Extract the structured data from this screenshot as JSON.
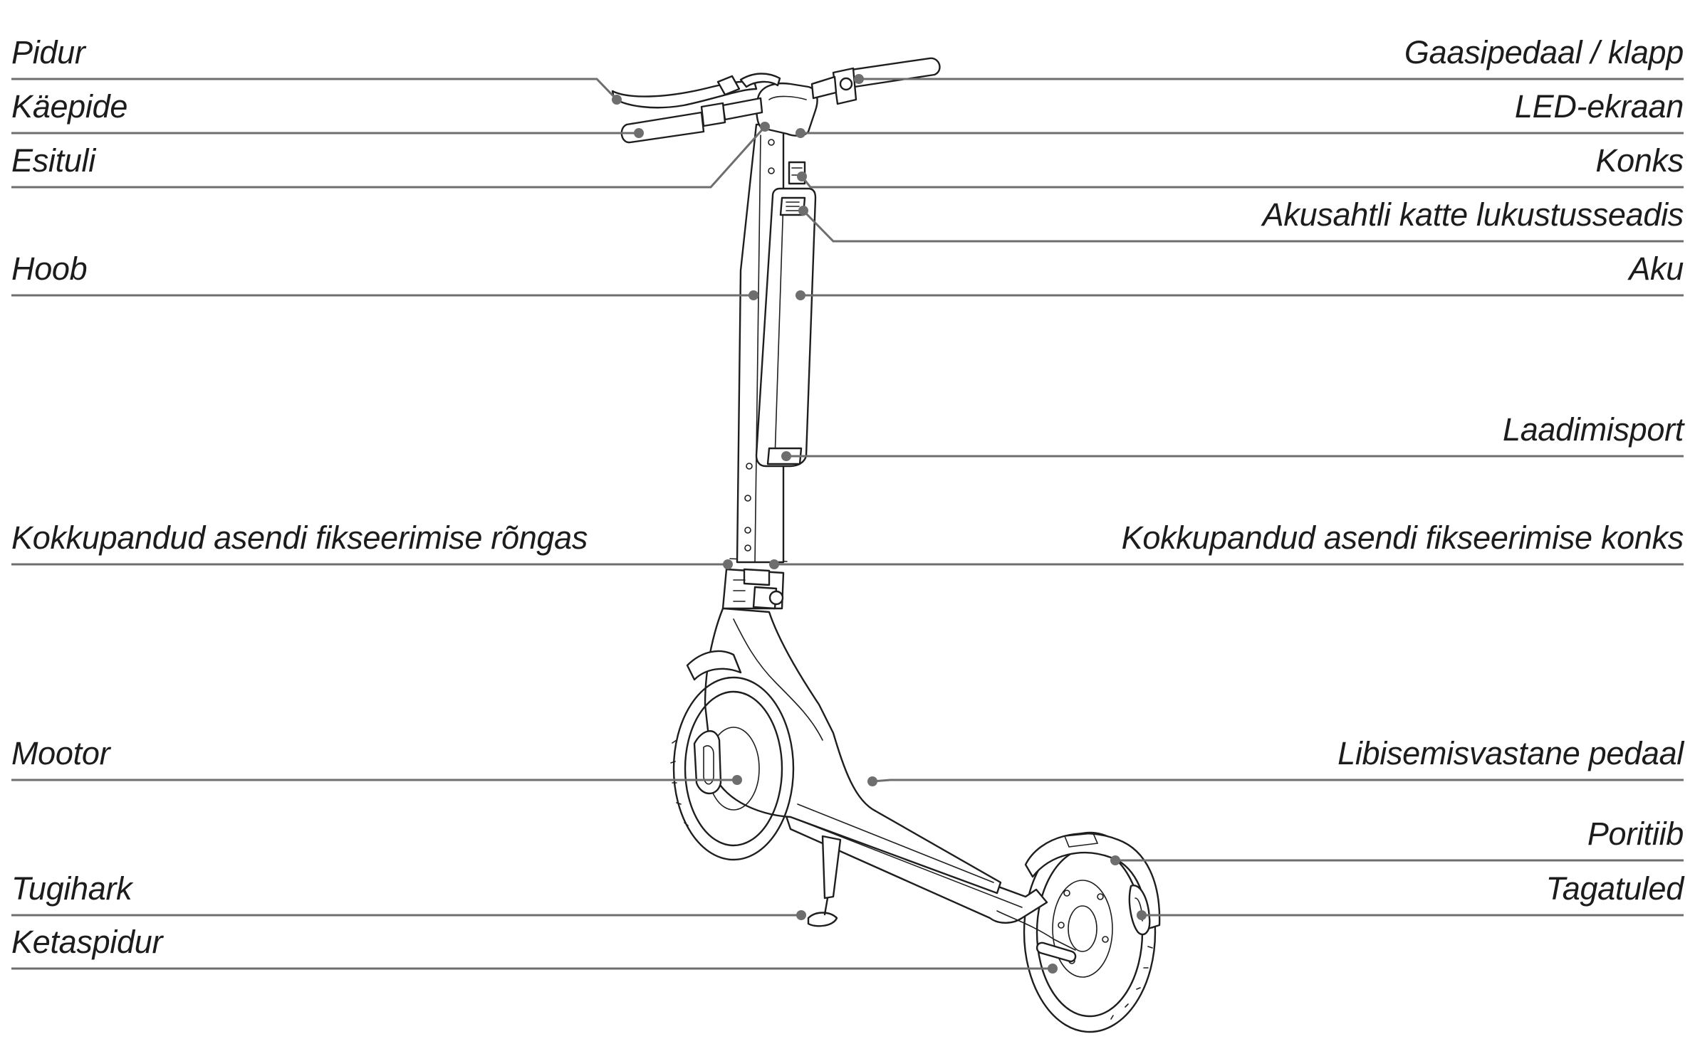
{
  "labels": {
    "pidur": "Pidur",
    "kaepide": "Käepide",
    "esituli": "Esituli",
    "hoob": "Hoob",
    "kokkupandud_rongas": "Kokkupandud asendi fikseerimise rõngas",
    "mootor": "Mootor",
    "tugihark": "Tugihark",
    "ketaspidur": "Ketaspidur",
    "gaasipedaal": "Gaasipedaal / klapp",
    "led_ekraan": "LED-ekraan",
    "konks": "Konks",
    "akusahtli_lukk": "Akusahtli katte lukustusseadis",
    "aku": "Aku",
    "laadimisport": "Laadimisport",
    "kokkupandud_konks": "Kokkupandud asendi fikseerimise konks",
    "libisemisvastane_pedaal": "Libisemisvastane pedaal",
    "poritiib": "Poritiib",
    "tagatuled": "Tagatuled"
  },
  "colors": {
    "leader_line": "#6e6e6e",
    "drawing_line": "#1e1e1e",
    "label_text": "#1c1c1c",
    "background": "#ffffff"
  }
}
